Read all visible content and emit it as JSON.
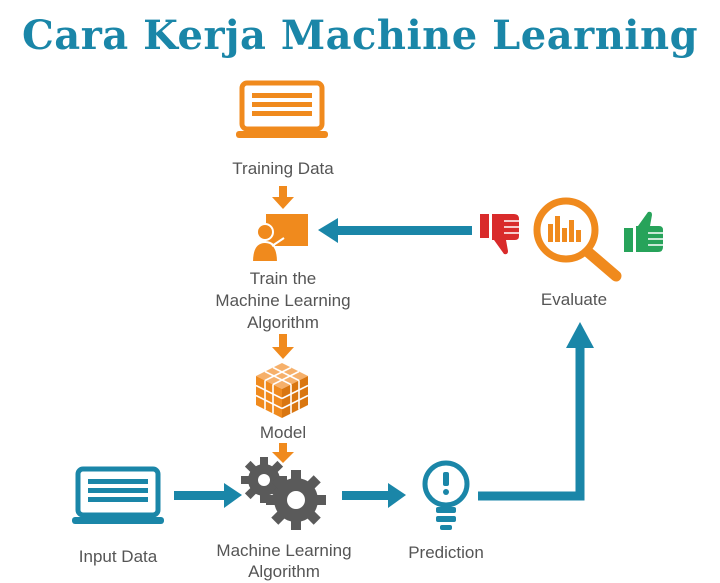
{
  "title": "Cara Kerja Machine Learning",
  "labels": {
    "training_data": "Training Data",
    "train_line1": "Train the",
    "train_line2": "Machine Learning",
    "train_line3": "Algorithm",
    "model": "Model",
    "evaluate": "Evaluate",
    "input_data": "Input Data",
    "algo_line1": "Machine Learning",
    "algo_line2": "Algorithm",
    "prediction": "Prediction"
  },
  "colors": {
    "teal": "#1a86a8",
    "orange": "#f08a1d",
    "gray_text": "#555555",
    "gear_gray": "#5a5a5a",
    "thumb_down_red": "#d92b2b",
    "thumb_up_green": "#27a35a"
  },
  "icons": [
    "laptop-icon",
    "trainer-icon",
    "cube-model-icon",
    "gears-icon",
    "lightbulb-icon",
    "magnifier-chart-icon",
    "thumbs-down-icon",
    "thumbs-up-icon"
  ]
}
